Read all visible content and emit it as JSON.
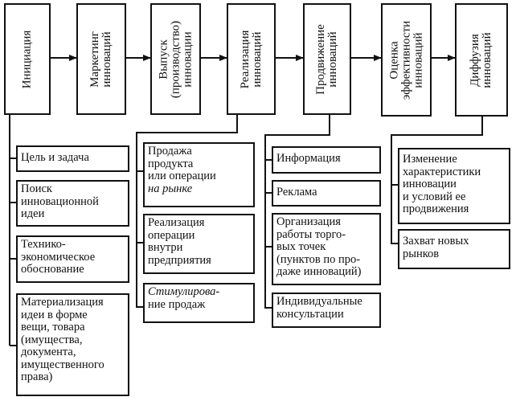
{
  "stages": [
    {
      "label": "Инициация"
    },
    {
      "label": "Маркетинг\nинноваций"
    },
    {
      "label": "Выпуск\n(производство)\nинновации"
    },
    {
      "label": "Реализация\nинноваций"
    },
    {
      "label": "Продвижение\nинноваций"
    },
    {
      "label": "Оценка\nэффективности\nинноваций"
    },
    {
      "label": "Диффузия\nинноваций"
    }
  ],
  "initiation_items": [
    {
      "text": "Цель и задача"
    },
    {
      "text": "Поиск\nинновационной\nидеи"
    },
    {
      "text": "Технико-\nэкономическое\nобоснование"
    },
    {
      "text": "Материализация\nидеи в форме\nвещи, товара\n(имущества,\nдокумента,\nимущественного\nправа)"
    }
  ],
  "realization_items": [
    {
      "text_a": "Продажа\nпродукта\nили операции\n",
      "text_b": "на рынке"
    },
    {
      "text_a": "Реализация\nоперации\nвнутри\nпредприятия",
      "text_b": ""
    },
    {
      "text_a": "",
      "text_b": "Стимулирова-\n",
      "text_c": "ние продаж"
    }
  ],
  "promotion_items": [
    {
      "text": "Информация"
    },
    {
      "text": "Реклама"
    },
    {
      "text": "Организация\nработы торго-\nвых точек\n(пунктов по про-\nдаже инноваций)"
    },
    {
      "text": "Индивидуальные\nконсультации"
    }
  ],
  "diffusion_items": [
    {
      "text": "Изменение\nхарактеристики\nинновации\nи условий ее\nпродвижения"
    },
    {
      "text": "Захват новых\nрынков"
    }
  ]
}
